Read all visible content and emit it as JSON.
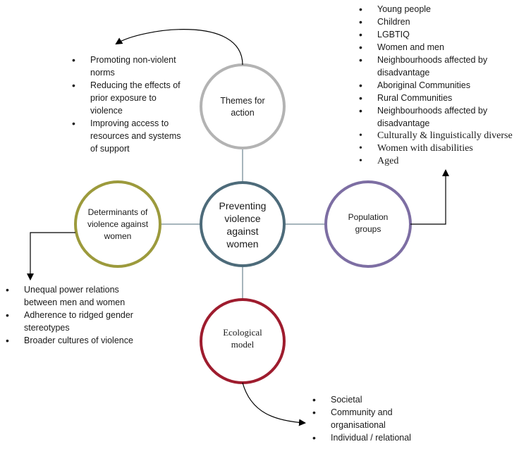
{
  "nodes": {
    "center": {
      "label": "Preventing violence against women",
      "color": "#4d6b7a"
    },
    "top": {
      "label": "Themes for action",
      "color": "#b3b3b3"
    },
    "left": {
      "label": "Determinants of violence against women",
      "color": "#9c9a3c"
    },
    "right": {
      "label": "Population groups",
      "color": "#7d6ea3"
    },
    "bottom": {
      "label": "Ecological model",
      "color": "#9e1c2e"
    }
  },
  "lists": {
    "themes": [
      "Promoting non-violent norms",
      "Reducing the effects of prior exposure to violence",
      "Improving access to resources and systems of support"
    ],
    "population": [
      "Young people",
      "Children",
      "LGBTIQ",
      "Women and men",
      "Neighbourhoods affected by disadvantage",
      "Aboriginal Communities",
      "Rural Communities",
      "Neighbourhoods affected by disadvantage",
      "Culturally & linguistically diverse",
      "Women with disabilities",
      "Aged"
    ],
    "determinants": [
      "Unequal power relations between men and women",
      "Adherence to ridged gender stereotypes",
      "Broader cultures of violence"
    ],
    "ecological": [
      "Societal",
      "Community and organisational",
      "Individual / relational"
    ]
  }
}
